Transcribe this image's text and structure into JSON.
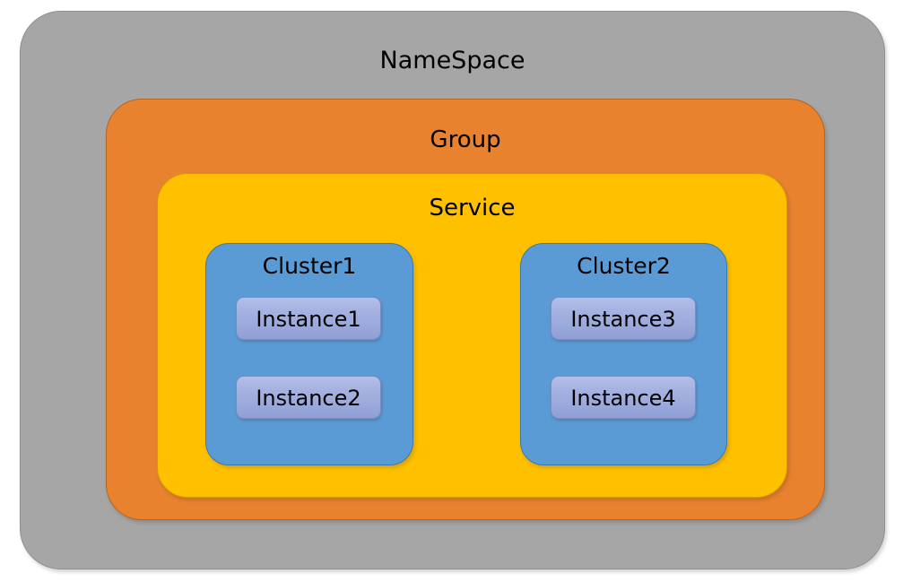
{
  "diagram": {
    "type": "nested-containment-diagram",
    "title": "NameSpace",
    "background": "#ffffff",
    "layers": [
      {
        "id": "namespace",
        "label": "NameSpace",
        "color": "#a6a6a6",
        "border_color": "#8f8f8f",
        "level": 1
      },
      {
        "id": "group",
        "label": "Group",
        "color": "#e8822f",
        "border_color": "#b9651f",
        "level": 2
      },
      {
        "id": "service",
        "label": "Service",
        "color": "#ffc000",
        "border_color": "#d19d02",
        "level": 3
      }
    ],
    "clusters": [
      {
        "id": "cluster1",
        "label": "Cluster1",
        "color": "#5b9bd5",
        "border_color": "#3a78b0",
        "instances": [
          {
            "id": "instance1",
            "label": "Instance1",
            "color": "#a7b3e2"
          },
          {
            "id": "instance2",
            "label": "Instance2",
            "color": "#a7b3e2"
          }
        ]
      },
      {
        "id": "cluster2",
        "label": "Cluster2",
        "color": "#5b9bd5",
        "border_color": "#3a78b0",
        "instances": [
          {
            "id": "instance3",
            "label": "Instance3",
            "color": "#a7b3e2"
          },
          {
            "id": "instance4",
            "label": "Instance4",
            "color": "#a7b3e2"
          }
        ]
      }
    ]
  }
}
